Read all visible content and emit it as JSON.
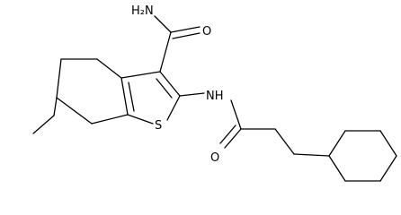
{
  "molecule": {
    "atoms": {
      "amide_nh2": "H₂N",
      "amide_o": "O",
      "nh": "NH",
      "thiophene_s": "S",
      "acyl_o": "O"
    }
  },
  "colors": {
    "bond": "#000000",
    "label": "#000000",
    "background": "#ffffff"
  }
}
